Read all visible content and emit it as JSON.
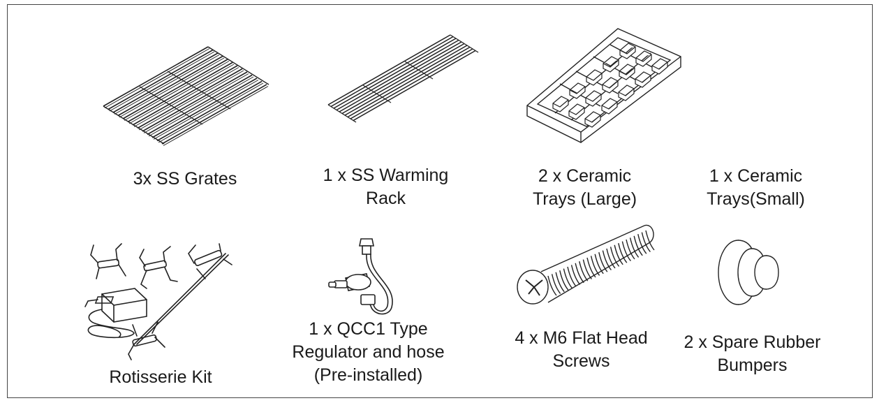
{
  "parts": [
    {
      "id": "ss-grates",
      "lines": [
        "3x  SS Grates"
      ],
      "icon": "ss-grate-icon"
    },
    {
      "id": "warming-rack",
      "lines": [
        "1 x SS Warming",
        "Rack"
      ],
      "icon": "warming-rack-icon"
    },
    {
      "id": "ceramic-large",
      "lines": [
        "2 x  Ceramic",
        "Trays (Large)"
      ],
      "icon": "ceramic-tray-icon"
    },
    {
      "id": "ceramic-small",
      "lines": [
        "1 x  Ceramic",
        "Trays(Small)"
      ],
      "icon": ""
    },
    {
      "id": "rotisserie",
      "lines": [
        "Rotisserie Kit"
      ],
      "icon": "rotisserie-kit-icon"
    },
    {
      "id": "regulator",
      "lines": [
        "1 x QCC1 Type",
        "Regulator and hose",
        "(Pre-installed)"
      ],
      "icon": "regulator-hose-icon"
    },
    {
      "id": "screws",
      "lines": [
        "4 x M6 Flat Head",
        "Screws"
      ],
      "icon": "flat-head-screw-icon"
    },
    {
      "id": "bumpers",
      "lines": [
        "2 x Spare Rubber",
        "Bumpers"
      ],
      "icon": "rubber-bumper-icon"
    }
  ],
  "colors": {
    "line": "#222222",
    "frame": "#444444",
    "background": "#ffffff"
  }
}
